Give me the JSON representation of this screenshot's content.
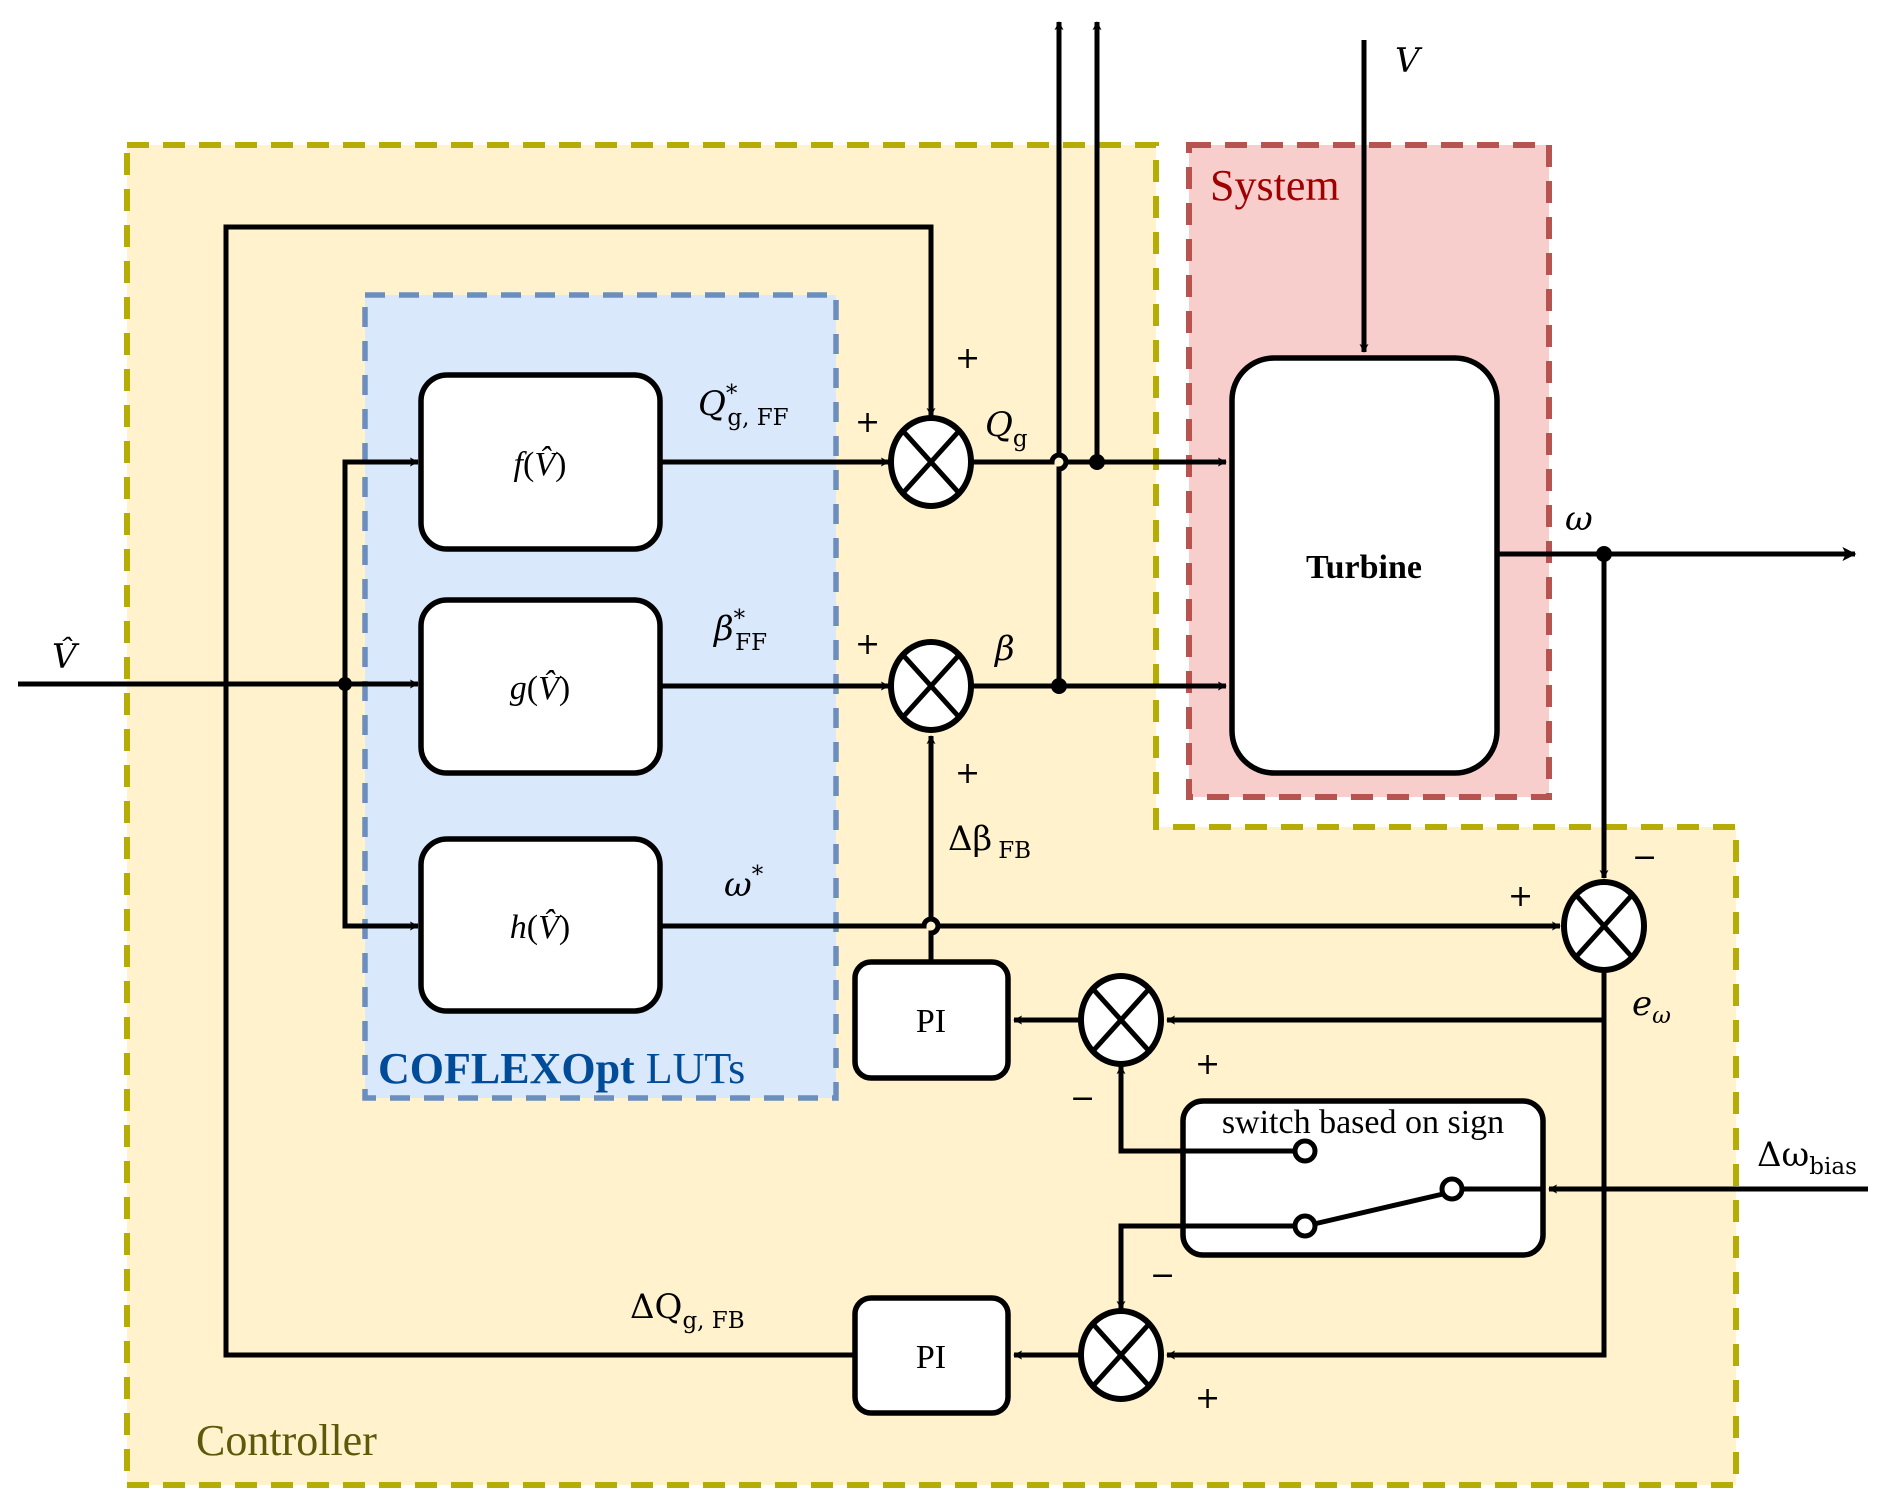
{
  "regions": {
    "controller": {
      "label": "Controller",
      "fill": "#fff2cc",
      "border": "#b5ad05",
      "text_color": "#5c5a0a"
    },
    "system": {
      "label": "System",
      "fill": "#f8cecc",
      "border": "#b85450",
      "text_color": "#a00000"
    },
    "luts": {
      "label_bold": "COFLEXOpt",
      "label_rest": " LUTs",
      "fill": "#dae8fc",
      "border": "#6c8ebf",
      "text_color": "#004c99"
    }
  },
  "blocks": {
    "f": {
      "fn": "f",
      "arg": "V̂"
    },
    "g": {
      "fn": "g",
      "arg": "V̂"
    },
    "h": {
      "fn": "h",
      "arg": "V̂"
    },
    "turbine": "Turbine",
    "pi_beta": "PI",
    "pi_q": "PI",
    "switch": "switch based on sign"
  },
  "signals": {
    "v_hat": "V̂",
    "v": "V",
    "q_ff": {
      "main": "Q",
      "sup": "*",
      "sub": "g, FF"
    },
    "beta_ff": {
      "main": "β",
      "sup": "*",
      "sub": "FF"
    },
    "omega_star": {
      "main": "ω",
      "sup": "*"
    },
    "q_g": {
      "main": "Q",
      "sub": "g"
    },
    "beta": "β",
    "omega": "ω",
    "delta_beta_fb": {
      "main": "Δβ",
      "sub": "FB"
    },
    "delta_q_fb": {
      "main": "ΔQ",
      "sub": "g, FB"
    },
    "e_omega": {
      "main": "e",
      "sub": "ω"
    },
    "delta_omega_bias": {
      "main": "Δω",
      "sub": "bias"
    }
  },
  "signs": {
    "sum_q_top": "+",
    "sum_q_left": "+",
    "sum_beta_left": "+",
    "sum_beta_bottom": "+",
    "sum_omega_top": "−",
    "sum_omega_left": "+",
    "sum_fb1_right": "+",
    "sum_fb1_bottom": "−",
    "sum_fb2_right": "+",
    "sum_fb2_top": "−"
  }
}
